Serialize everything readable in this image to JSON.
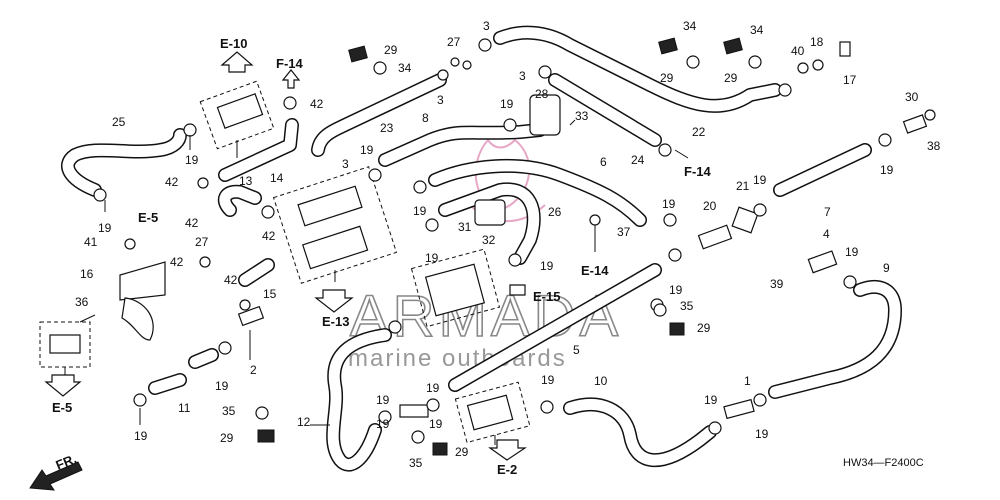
{
  "diagram": {
    "code": "HW34—F2400C",
    "direction_label": "FR.",
    "watermark": {
      "brand": "ARMADA",
      "tagline": "marine outboards"
    },
    "refs": [
      "E-10",
      "F-14",
      "E-5",
      "E-5",
      "E-13",
      "F-14",
      "E-14",
      "E-15",
      "E-2"
    ],
    "labels": [
      "1",
      "2",
      "3",
      "3",
      "3",
      "3",
      "4",
      "5",
      "6",
      "7",
      "8",
      "9",
      "10",
      "11",
      "12",
      "13",
      "14",
      "15",
      "16",
      "17",
      "18",
      "19",
      "19",
      "19",
      "19",
      "19",
      "19",
      "19",
      "19",
      "19",
      "19",
      "19",
      "19",
      "19",
      "19",
      "19",
      "19",
      "19",
      "19",
      "19",
      "19",
      "19",
      "20",
      "21",
      "22",
      "23",
      "24",
      "25",
      "26",
      "27",
      "27",
      "28",
      "29",
      "29",
      "29",
      "29",
      "29",
      "29",
      "30",
      "31",
      "32",
      "33",
      "34",
      "34",
      "34",
      "35",
      "35",
      "35",
      "36",
      "37",
      "38",
      "39",
      "40",
      "41",
      "42",
      "42",
      "42",
      "42",
      "42",
      "42"
    ]
  }
}
